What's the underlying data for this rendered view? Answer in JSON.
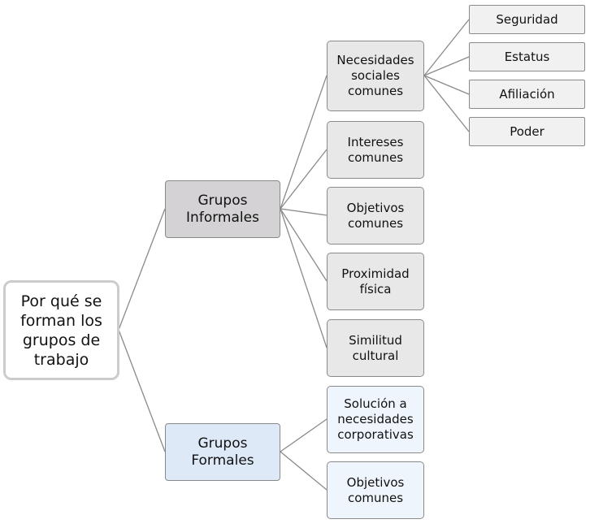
{
  "colors": {
    "line": "#8a8a8a",
    "informal_fill": "#d4d2d4",
    "formal_fill": "#dde9f7",
    "informal_leaf_fill": "#e8e8e8",
    "formal_leaf_fill": "#eef5fd",
    "root_border": "#cccccc"
  },
  "root": {
    "label": "Por qué se\nforman los\ngrupos de\ntrabajo"
  },
  "branches": {
    "informal": {
      "label": "Grupos\nInformales",
      "children": [
        "Necesidades\nsociales\ncomunes",
        "Intereses\ncomunes",
        "Objetivos\ncomunes",
        "Proximidad\nfísica",
        "Similitud\ncultural"
      ],
      "social_needs": [
        "Seguridad",
        "Estatus",
        "Afiliación",
        "Poder"
      ]
    },
    "formal": {
      "label": "Grupos\nFormales",
      "children": [
        "Solución a\nnecesidades\ncorporativas",
        "Objetivos\ncomunes"
      ]
    }
  }
}
